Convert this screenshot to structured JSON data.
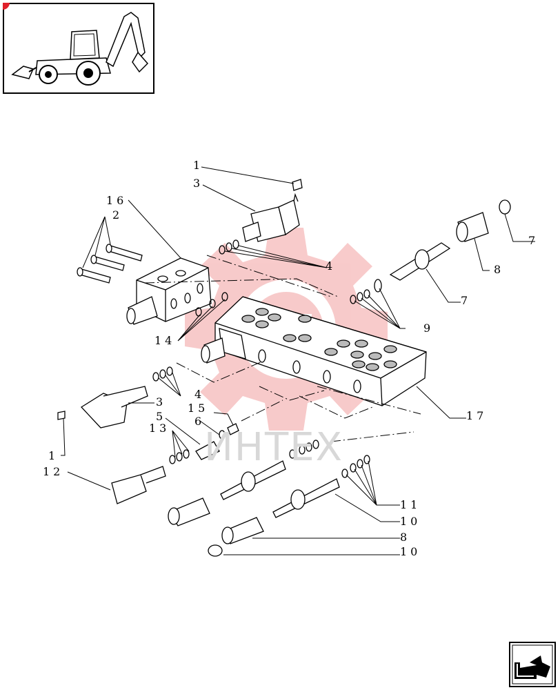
{
  "diagram": {
    "callouts": [
      {
        "id": "c1-top",
        "text": "1"
      },
      {
        "id": "c3-top",
        "text": "3"
      },
      {
        "id": "c16",
        "text": "16"
      },
      {
        "id": "c2",
        "text": "2"
      },
      {
        "id": "c4-top",
        "text": "4"
      },
      {
        "id": "c7-right",
        "text": "7"
      },
      {
        "id": "c8-right",
        "text": "8"
      },
      {
        "id": "c7-mid",
        "text": "7"
      },
      {
        "id": "c9",
        "text": "9"
      },
      {
        "id": "c14",
        "text": "14"
      },
      {
        "id": "c17",
        "text": "17"
      },
      {
        "id": "c3-left",
        "text": "3"
      },
      {
        "id": "c4-left",
        "text": "4"
      },
      {
        "id": "c15",
        "text": "15"
      },
      {
        "id": "c5",
        "text": "5"
      },
      {
        "id": "c6",
        "text": "6"
      },
      {
        "id": "c13",
        "text": "13"
      },
      {
        "id": "c1-left",
        "text": "1"
      },
      {
        "id": "c12",
        "text": "12"
      },
      {
        "id": "c11",
        "text": "11"
      },
      {
        "id": "c10-a",
        "text": "10"
      },
      {
        "id": "c8-bottom",
        "text": "8"
      },
      {
        "id": "c10-b",
        "text": "10"
      }
    ]
  },
  "watermark": {
    "text": "ИНТЕХ",
    "color": "#f08a8a"
  },
  "colors": {
    "line": "#000000",
    "ring_fill": "#bbbbbb",
    "watermark": "#f2a0a0"
  },
  "nav": {
    "icon": "next-page-arrow-icon"
  },
  "thumbnail": {
    "icon": "backhoe-loader-icon"
  }
}
